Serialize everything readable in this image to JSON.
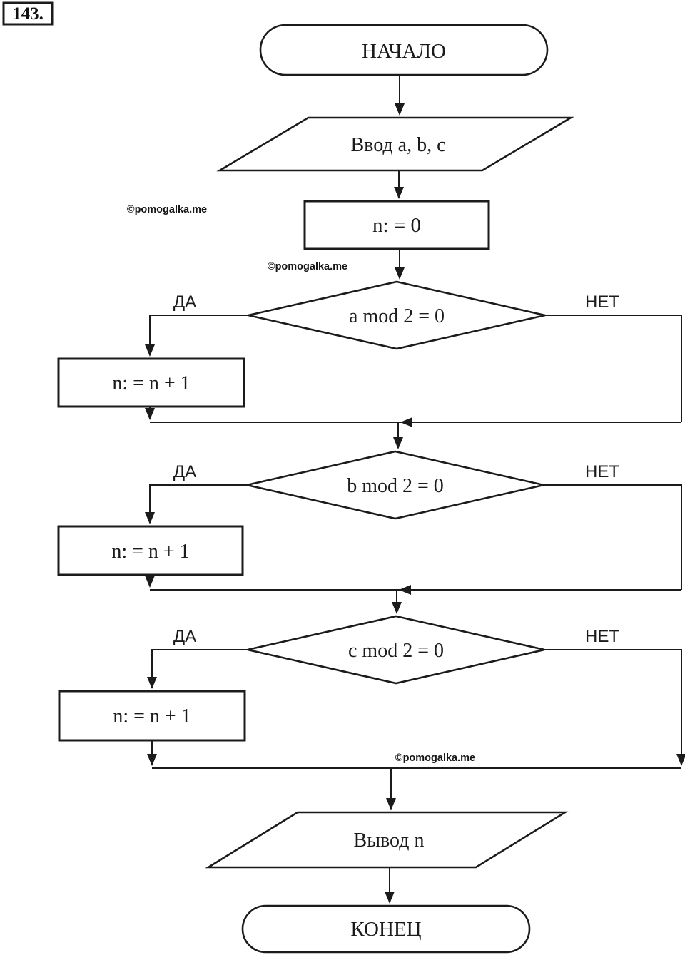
{
  "diagram": {
    "exercise_number": "143.",
    "watermark": "©pomogalka.me",
    "branch_labels": {
      "yes": "ДА",
      "no": "НЕТ"
    },
    "nodes": {
      "start": {
        "type": "terminator",
        "label": "НАЧАЛО"
      },
      "input": {
        "type": "io",
        "label": "Ввод a, b, c"
      },
      "init": {
        "type": "process",
        "label": "n: = 0"
      },
      "decision_a": {
        "type": "decision",
        "label": "a mod 2 = 0"
      },
      "increment_a": {
        "type": "process",
        "label": "n: = n + 1"
      },
      "decision_b": {
        "type": "decision",
        "label": "b mod 2 = 0"
      },
      "increment_b": {
        "type": "process",
        "label": "n: = n + 1"
      },
      "decision_c": {
        "type": "decision",
        "label": "c mod 2 = 0"
      },
      "increment_c": {
        "type": "process",
        "label": "n: = n + 1"
      },
      "output": {
        "type": "io",
        "label": "Вывод n"
      },
      "end": {
        "type": "terminator",
        "label": "КОНЕЦ"
      }
    },
    "colors": {
      "stroke": "#1b1b1b",
      "text": "#1b1b1b",
      "background": "#ffffff"
    }
  }
}
